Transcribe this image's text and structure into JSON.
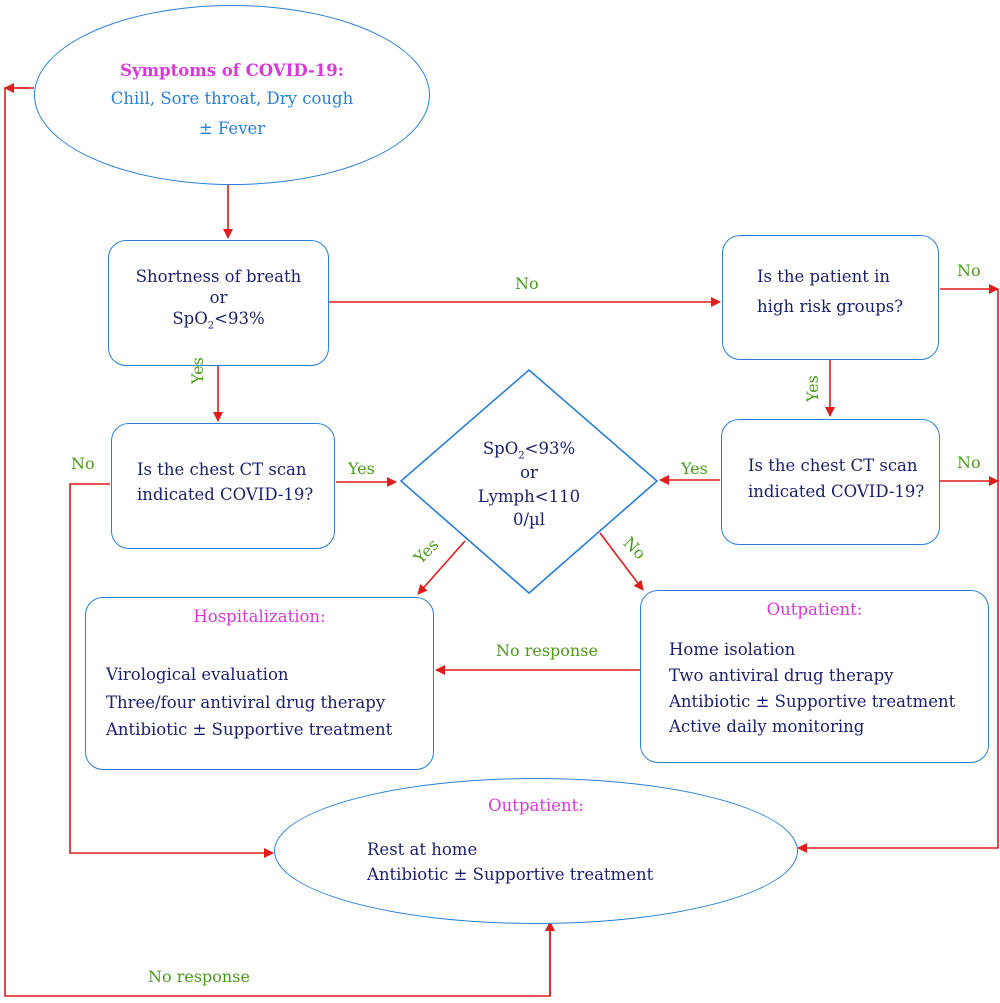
{
  "start": {
    "title": "Symptoms of COVID-19:",
    "line1": "Chill, Sore throat, Dry cough",
    "line2": "± Fever"
  },
  "sob": {
    "line1": "Shortness of breath",
    "line2": "or",
    "spo2_prefix": "SpO",
    "spo2_sub": "2",
    "spo2_suffix": "<93%"
  },
  "high_risk": {
    "line1": "Is the patient in",
    "line2": "high risk groups?"
  },
  "ct_left": {
    "line1": "Is the chest CT scan",
    "line2": "indicated COVID-19?"
  },
  "ct_right": {
    "line1": "Is the chest CT scan",
    "line2": "indicated COVID-19?"
  },
  "decision": {
    "spo2_prefix": "SpO",
    "spo2_sub": "2",
    "spo2_suffix": "<93%",
    "line2": "or",
    "line3": "Lymph<110",
    "line4": "0/µl"
  },
  "hospitalization": {
    "title": "Hospitalization:",
    "items": [
      "Virological evaluation",
      "Three/four antiviral drug therapy",
      "Antibiotic ± Supportive treatment"
    ]
  },
  "outpatient_mid": {
    "title": "Outpatient:",
    "items": [
      "Home isolation",
      "Two antiviral drug therapy",
      "Antibiotic ± Supportive treatment",
      "Active daily monitoring"
    ]
  },
  "outpatient_bottom": {
    "title": "Outpatient:",
    "items": [
      "Rest at home",
      "Antibiotic ± Supportive treatment"
    ]
  },
  "labels": {
    "no_sob_to_risk": "No",
    "yes_sob_to_ct": "Yes",
    "yes_ct_to_decision": "Yes",
    "no_ct_left": "No",
    "no_risk": "No",
    "yes_risk_to_ct": "Yes",
    "yes_ct_right_to_decision": "Yes",
    "no_ct_right": "No",
    "yes_decision_to_hosp": "Yes",
    "no_decision_to_outpatient": "No",
    "no_response_mid": "No response",
    "no_response_bottom": "No response"
  },
  "colors": {
    "arrow": "#e01b1b",
    "node_border": "#2a7fd4",
    "title_magenta": "#d63ad6",
    "label_green": "#4a9a1a",
    "text_navy": "#1a1f6b"
  }
}
